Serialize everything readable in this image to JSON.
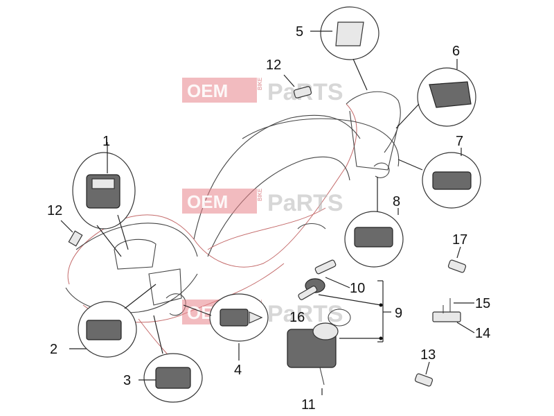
{
  "watermark": {
    "brand_left": "OEM",
    "brand_small": "BIKE",
    "brand_right": "PaRTS"
  },
  "callouts": {
    "c1": "1",
    "c2": "2",
    "c3": "3",
    "c4": "4",
    "c5": "5",
    "c6": "6",
    "c7": "7",
    "c8": "8",
    "c9": "9",
    "c10": "10",
    "c11": "11",
    "c12a": "12",
    "c12b": "12",
    "c13": "13",
    "c14": "14",
    "c15": "15",
    "c16": "16",
    "c17": "17"
  }
}
